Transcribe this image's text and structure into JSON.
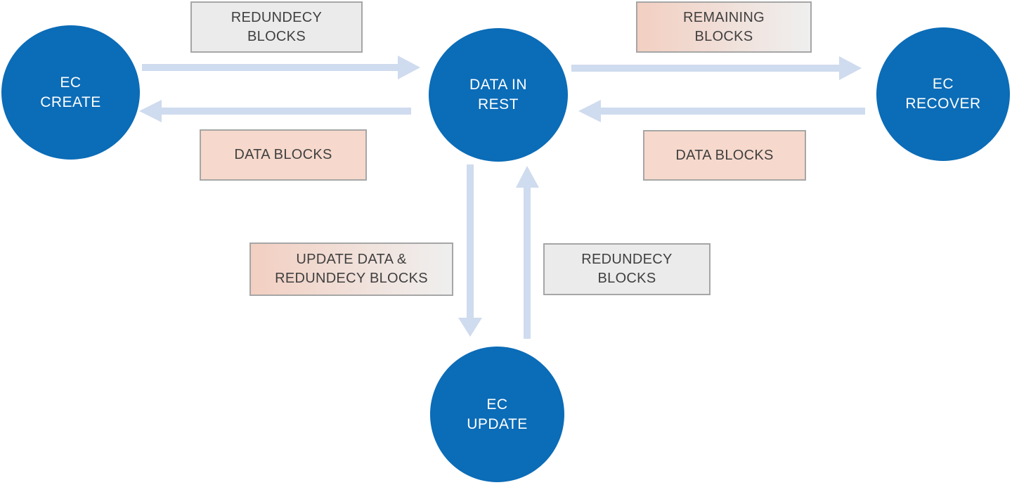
{
  "diagram": {
    "colors": {
      "canvas_bg": "#ffffff",
      "node_fill": "#0b6cb7",
      "node_text": "#ffffff",
      "arrow_fill": "#cfdbee",
      "box_gray_bg": "#ebebeb",
      "box_pink_bg": "#f6d9cc",
      "grad_from": "#f2cfc1",
      "grad_to": "#efefef",
      "box_border": "#a6a6a6",
      "box_text": "#404040"
    },
    "nodes": [
      {
        "id": "ec-create",
        "line1": "EC",
        "line2": "CREATE"
      },
      {
        "id": "data-in-rest",
        "line1": "DATA IN",
        "line2": "REST"
      },
      {
        "id": "ec-recover",
        "line1": "EC",
        "line2": "RECOVER"
      },
      {
        "id": "ec-update",
        "line1": "EC",
        "line2": "UPDATE"
      }
    ],
    "edge_labels": [
      {
        "id": "redundecy-blocks-top",
        "line1": "REDUNDECY",
        "line2": "BLOCKS",
        "style": "gray",
        "edge": "ec-create to data-in-rest"
      },
      {
        "id": "data-blocks-left",
        "line1": "DATA BLOCKS",
        "line2": "",
        "style": "pink",
        "edge": "data-in-rest to ec-create"
      },
      {
        "id": "remaining-blocks",
        "line1": "REMAINING",
        "line2": "BLOCKS",
        "style": "gradient",
        "edge": "data-in-rest to ec-recover"
      },
      {
        "id": "data-blocks-right",
        "line1": "DATA BLOCKS",
        "line2": "",
        "style": "pink",
        "edge": "ec-recover to data-in-rest"
      },
      {
        "id": "update-data-redundecy",
        "line1": "UPDATE DATA &",
        "line2": "REDUNDECY BLOCKS",
        "style": "gradient",
        "edge": "data-in-rest to ec-update"
      },
      {
        "id": "redundecy-blocks-bottom",
        "line1": "REDUNDECY",
        "line2": "BLOCKS",
        "style": "gray",
        "edge": "ec-update to data-in-rest"
      }
    ]
  }
}
